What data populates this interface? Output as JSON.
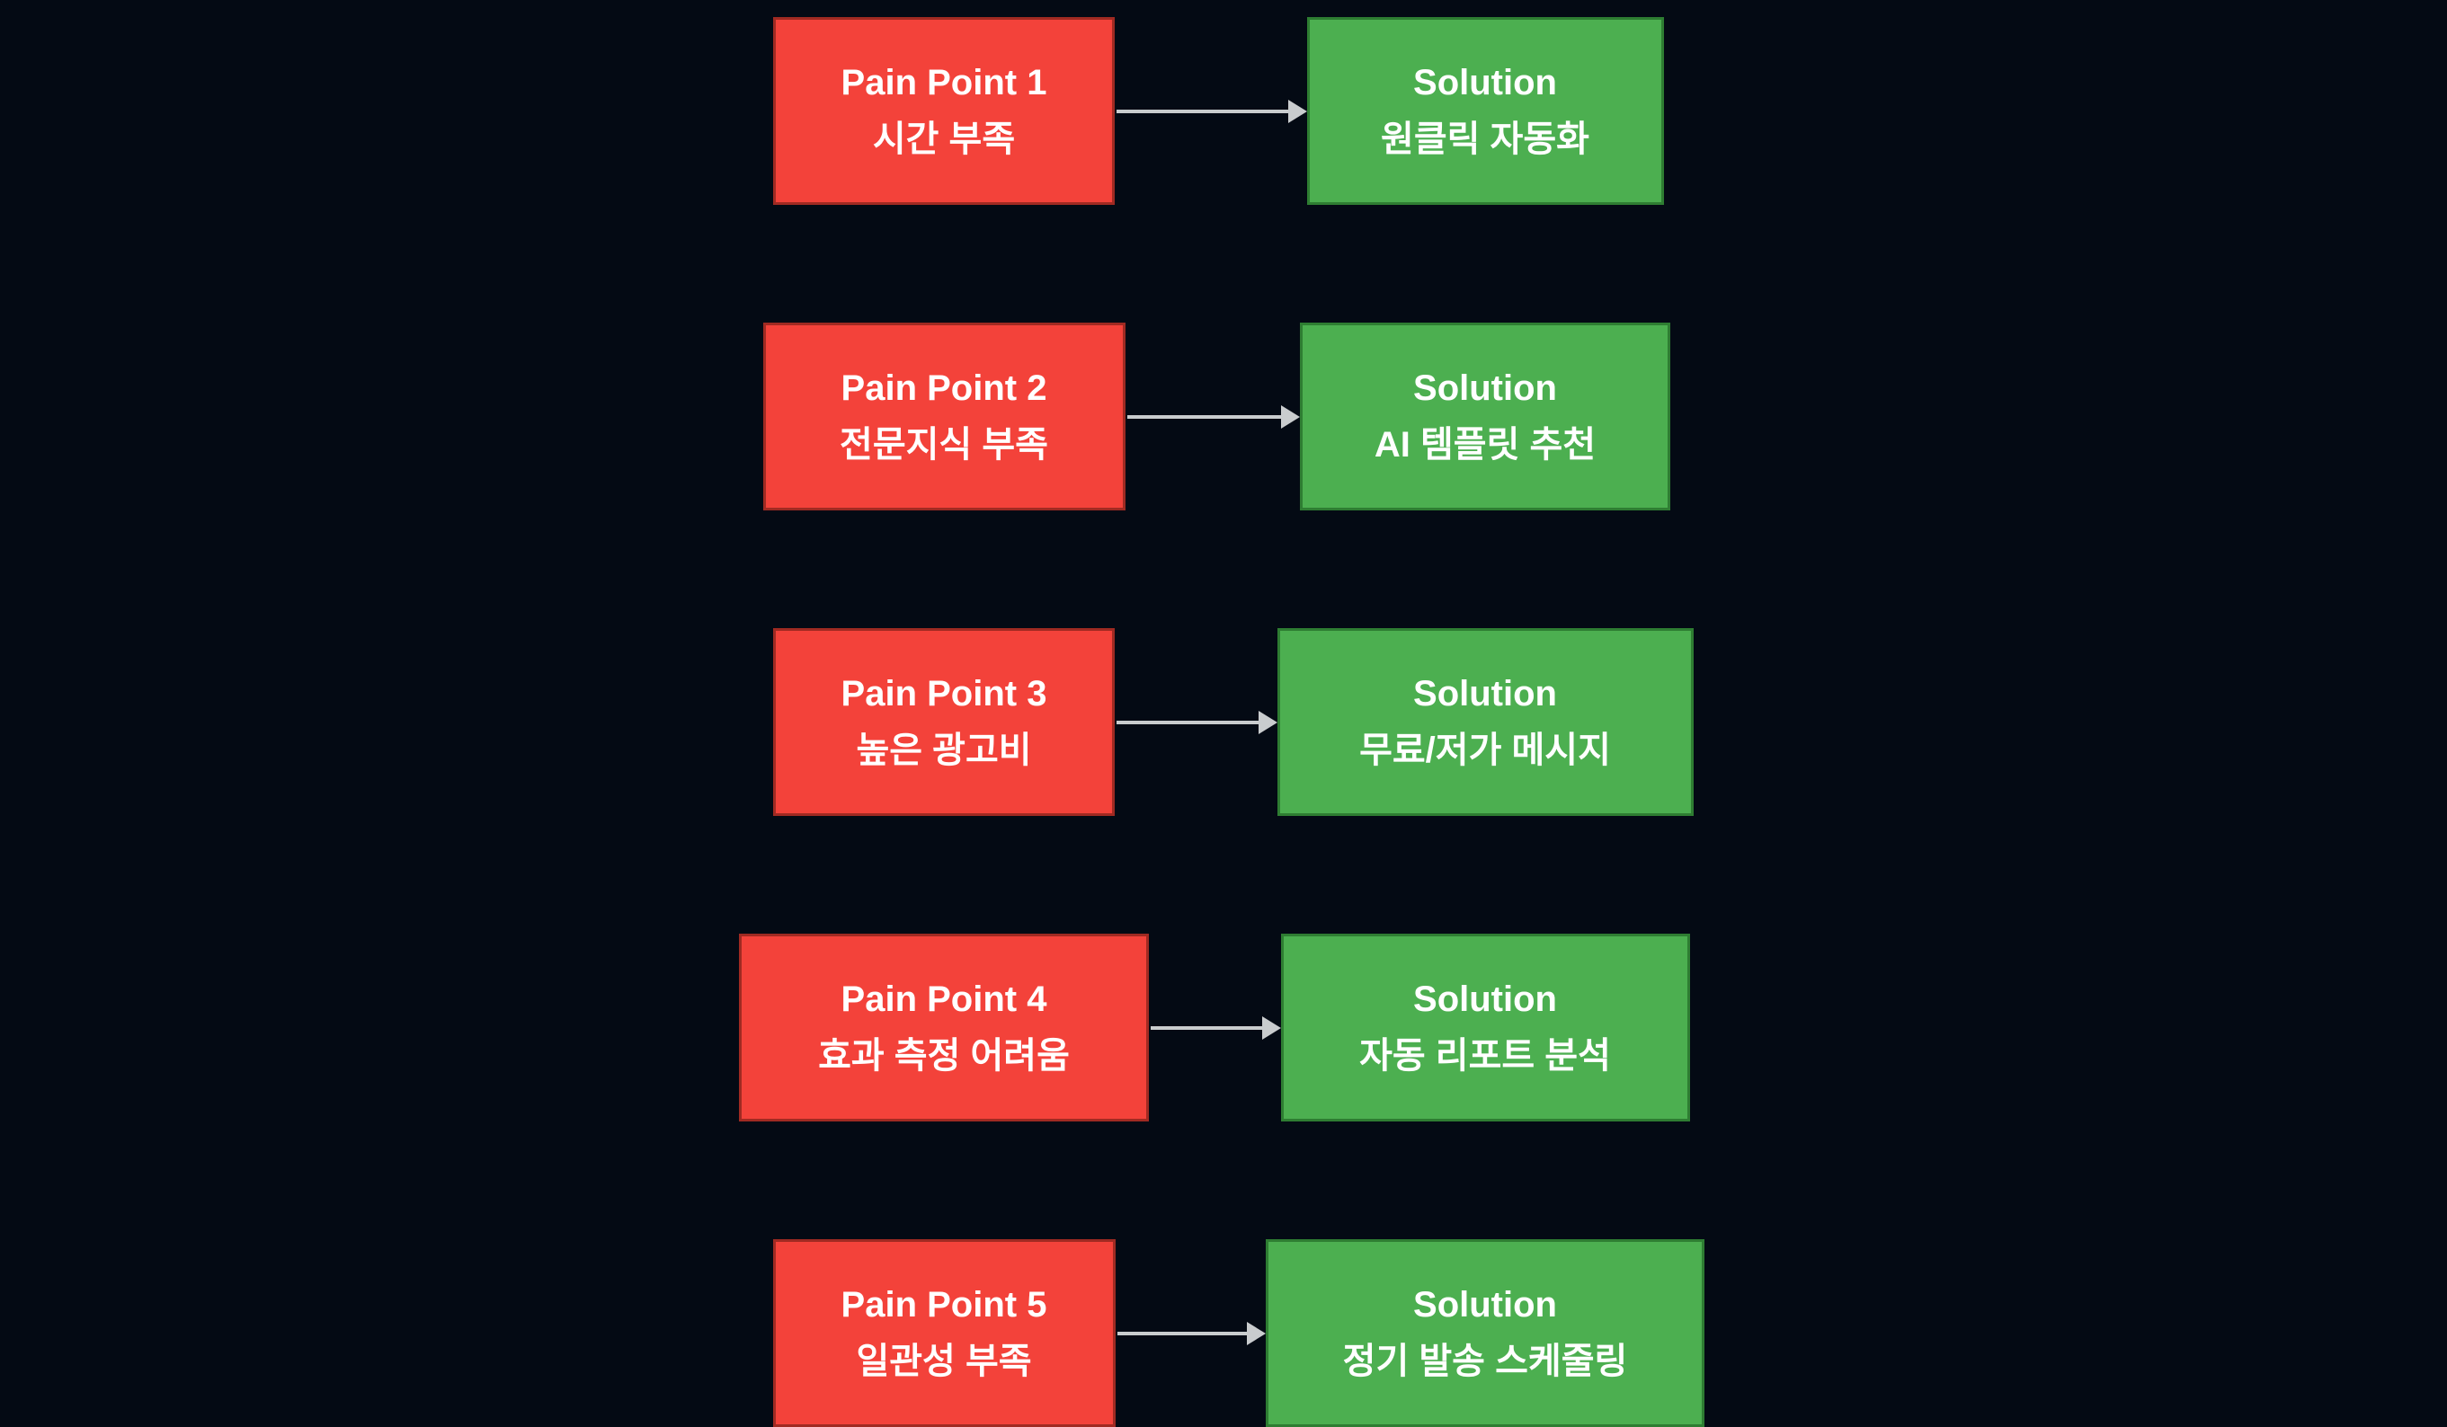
{
  "colors": {
    "background": "#040a14",
    "pain_fill": "#f3423a",
    "pain_border": "#a02a22",
    "solution_fill": "#4caf50",
    "solution_border": "#2e7d32",
    "arrow": "#c9ccce",
    "text": "#ffffff"
  },
  "rows": [
    {
      "pain_title": "Pain Point 1",
      "pain_subtitle": "시간 부족",
      "solution_title": "Solution",
      "solution_subtitle": "원클릭 자동화"
    },
    {
      "pain_title": "Pain Point 2",
      "pain_subtitle": "전문지식 부족",
      "solution_title": "Solution",
      "solution_subtitle": "AI 템플릿 추천"
    },
    {
      "pain_title": "Pain Point 3",
      "pain_subtitle": "높은 광고비",
      "solution_title": "Solution",
      "solution_subtitle": "무료/저가 메시지"
    },
    {
      "pain_title": "Pain Point 4",
      "pain_subtitle": "효과 측정 어려움",
      "solution_title": "Solution",
      "solution_subtitle": "자동 리포트 분석"
    },
    {
      "pain_title": "Pain Point 5",
      "pain_subtitle": "일관성 부족",
      "solution_title": "Solution",
      "solution_subtitle": "정기 발송 스케줄링"
    }
  ]
}
